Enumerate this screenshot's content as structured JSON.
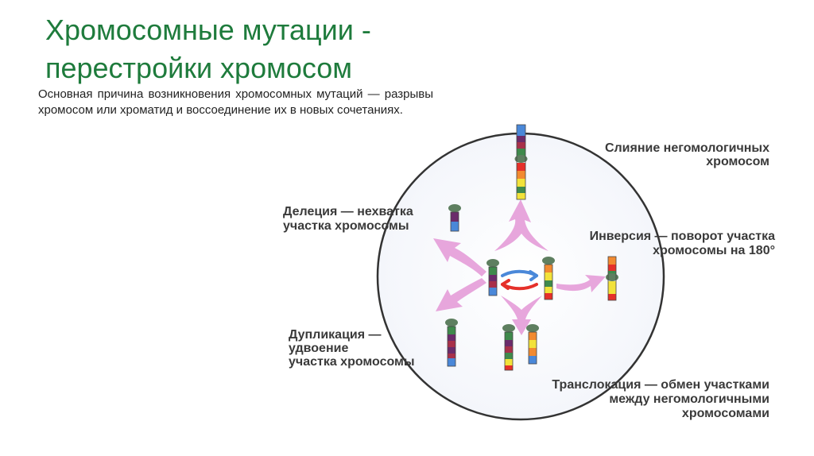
{
  "slide": {
    "title_line1": "Хромосомные мутации -",
    "title_line2": "перестройки хромосом",
    "intro": "Основная причина возникновения хромосомных мутаций — разрывы хромосом или хроматид и воссоединение их в новых сочетаниях."
  },
  "diagram": {
    "fusion_label": [
      "Слияние негомологичных",
      "хромосом"
    ],
    "deletion_label": [
      "Делеция — нехватка",
      "участка хромосомы"
    ],
    "inversion_label": [
      "Инверсия — поворот участка",
      "хромосомы на 180°"
    ],
    "duplication_label": [
      "Дупликация —",
      "удвоение",
      "участка хромосомы"
    ],
    "translocation_label": [
      "Транслокация — обмен участками",
      "между негомологичными",
      "хромосомами"
    ]
  },
  "colors": {
    "title": "#1e7b3c",
    "arrow": "#e7a6dc",
    "centromere": "#5e7f60",
    "blue": "#4a88d9",
    "purple": "#6b2b6b",
    "darkred": "#a8304a",
    "green": "#3f8a4c",
    "yellow": "#f2e23a",
    "orange": "#f28a30",
    "red": "#e5302a"
  }
}
